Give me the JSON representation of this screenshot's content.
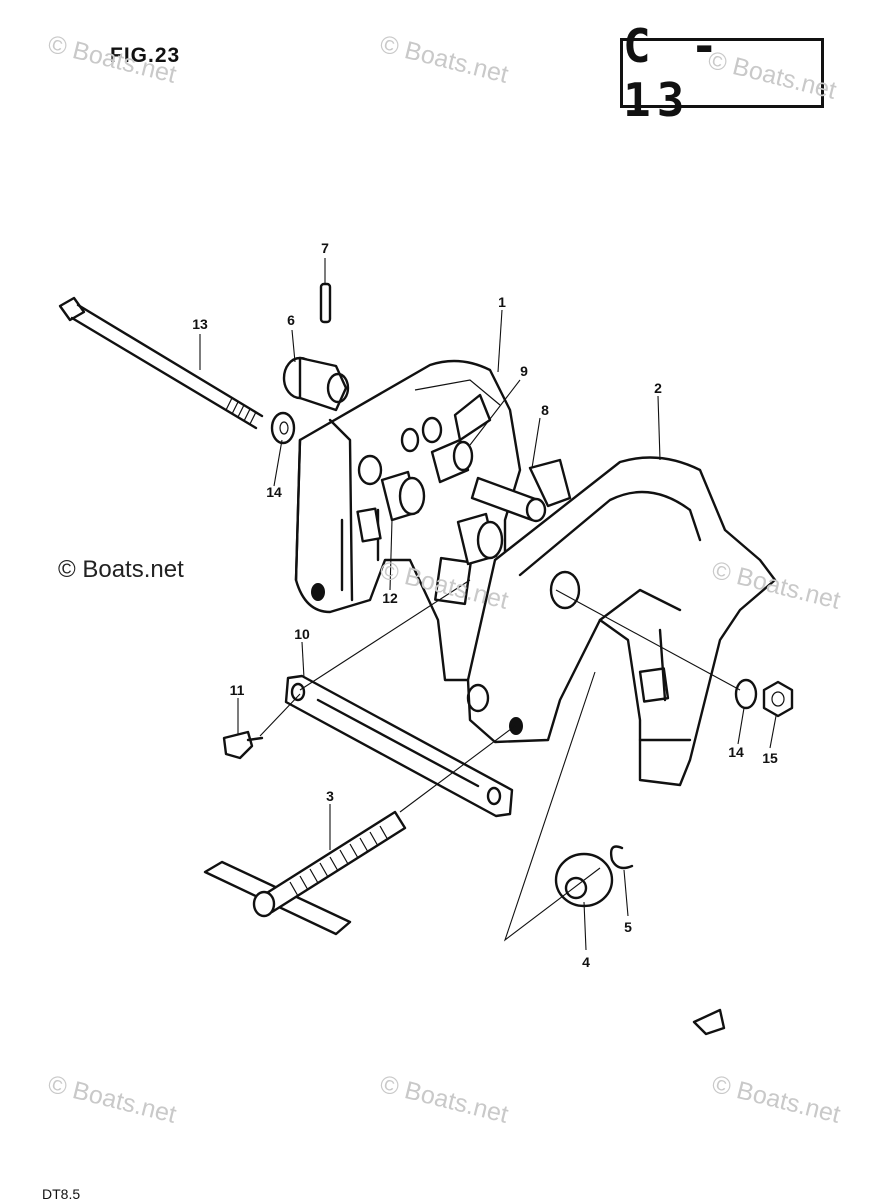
{
  "figure": {
    "title": "FIG.23",
    "section_code": "C - 13",
    "footer_code": "DT8.5"
  },
  "watermark": "© Boats.net",
  "parts": [
    {
      "ref": "1"
    },
    {
      "ref": "2"
    },
    {
      "ref": "3"
    },
    {
      "ref": "4"
    },
    {
      "ref": "5"
    },
    {
      "ref": "6"
    },
    {
      "ref": "7"
    },
    {
      "ref": "8"
    },
    {
      "ref": "9"
    },
    {
      "ref": "10"
    },
    {
      "ref": "11"
    },
    {
      "ref": "12"
    },
    {
      "ref": "13"
    },
    {
      "ref": "14"
    },
    {
      "ref": "14"
    },
    {
      "ref": "15"
    }
  ]
}
